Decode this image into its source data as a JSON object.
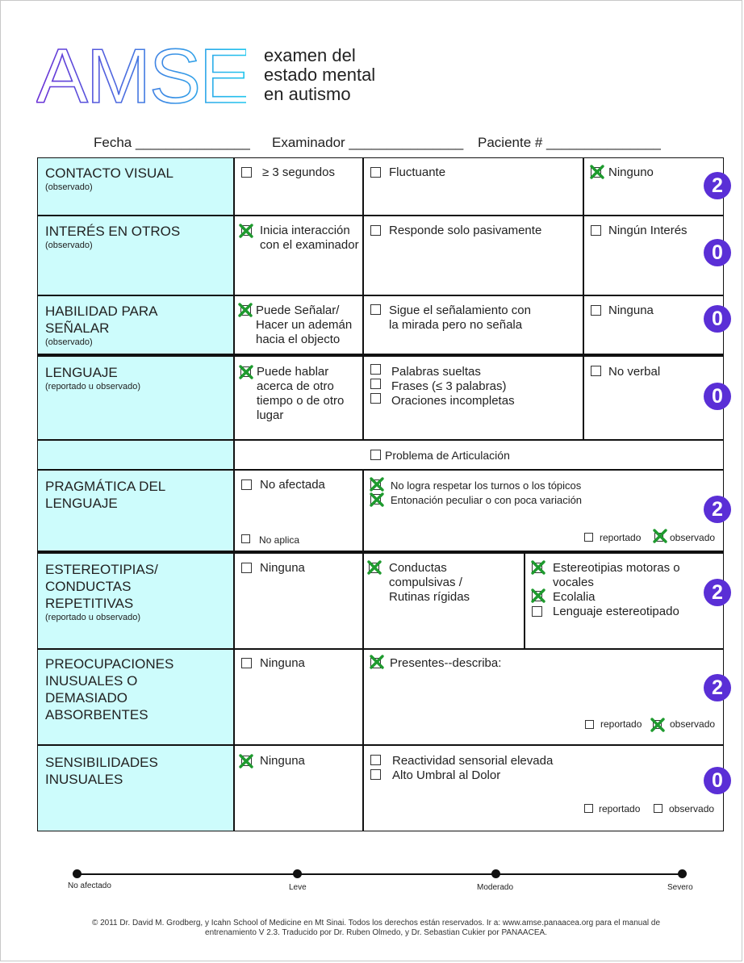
{
  "logo": "AMSE",
  "subtitle": [
    "examen del",
    "estado mental",
    "en autismo"
  ],
  "header_fields": {
    "fecha": "Fecha _______________",
    "examinador": "Examinador _______________",
    "paciente": "Paciente # _______________"
  },
  "rows": {
    "contacto": {
      "title": "CONTACTO VISUAL",
      "sub": "(observado)",
      "opt1": "≥ 3 segundos",
      "opt2": "Fluctuante",
      "opt3": "Ninguno",
      "score": "2"
    },
    "interes": {
      "title": "INTERÉS EN OTROS",
      "sub": "(observado)",
      "opt1": [
        "Inicia interacción",
        "con el examinador"
      ],
      "opt2": "Responde solo pasivamente",
      "opt3": "Ningún Interés",
      "score": "0"
    },
    "habilidad": {
      "title": [
        "HABILIDAD PARA",
        "SEÑALAR"
      ],
      "sub": "(observado)",
      "opt1": [
        "Puede Señalar/",
        "Hacer un ademán",
        "hacia el objecto"
      ],
      "opt2": [
        "Sigue el señalamiento con",
        "la mirada pero no señala"
      ],
      "opt3": "Ninguna",
      "score": "0"
    },
    "lenguaje": {
      "title": "LENGUAJE",
      "sub": "(reportado u observado)",
      "opt1": [
        "Puede hablar",
        "acerca de otro",
        "tiempo o de otro",
        "lugar"
      ],
      "opt2": [
        "Palabras sueltas",
        "Frases (≤ 3 palabras)",
        "Oraciones incompletas"
      ],
      "opt3": "No verbal",
      "articulacion": "Problema de Articulación",
      "score": "0"
    },
    "pragmatica": {
      "title": [
        "PRAGMÁTICA DEL",
        "LENGUAJE"
      ],
      "opt1": "No afectada",
      "opt1b": "No aplica",
      "opt2": [
        "No logra respetar los turnos o los tópicos",
        "Entonación peculiar o con poca variación"
      ],
      "reportado": "reportado",
      "observado": "observado",
      "score": "2"
    },
    "estereotipias": {
      "title": [
        "ESTEREOTIPIAS/",
        "CONDUCTAS",
        "REPETITIVAS"
      ],
      "sub": "(reportado u observado)",
      "opt1": "Ninguna",
      "opt2": [
        "Conductas",
        "compulsivas /",
        "Rutinas rígidas"
      ],
      "opt3": [
        "Estereotipias motoras o",
        "vocales",
        "Ecolalia",
        "Lenguaje estereotipado"
      ],
      "score": "2"
    },
    "preocupaciones": {
      "title": [
        "PREOCUPACIONES",
        "INUSUALES O",
        "DEMASIADO",
        "ABSORBENTES"
      ],
      "opt1": "Ninguna",
      "opt2": "Presentes--describa:",
      "reportado": "reportado",
      "observado": "observado",
      "score": "2"
    },
    "sensibilidades": {
      "title": [
        "SENSIBILIDADES",
        "INUSUALES"
      ],
      "opt1": "Ninguna",
      "opt2": [
        "Reactividad sensorial elevada",
        "Alto Umbral al Dolor"
      ],
      "reportado": "reportado",
      "observado": "observado",
      "score": "0"
    }
  },
  "scale": [
    "No afectado",
    "Leve",
    "Moderado",
    "Severo"
  ],
  "footer": [
    "© 2011 Dr. David M. Grodberg, y Icahn School of Medicine en Mt Sinai. Todos los derechos están reservados. Ir a: www.amse.panaacea.org para el manual de",
    "entrenamiento V 2.3. Traducido por Dr. Ruben Olmedo, y Dr. Sebastian Cukier por PANAACEA."
  ],
  "colors": {
    "accent_score": "#5a2fd6",
    "label_bg": "#cdfcfc",
    "check_green": "#1e9a2e",
    "logo_gradient": [
      "#6a2fd6",
      "#1fc8ee"
    ]
  }
}
